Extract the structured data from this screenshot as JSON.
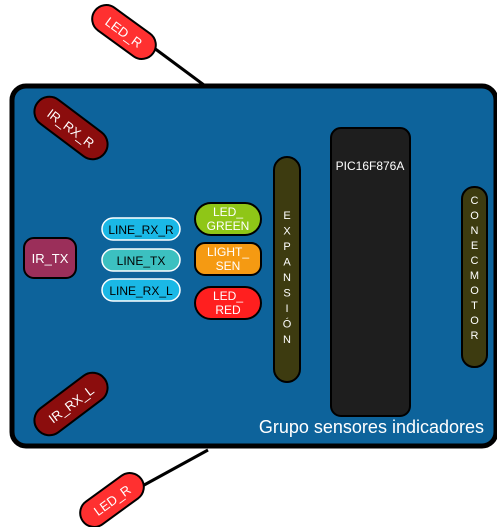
{
  "board": {
    "caption": "Grupo sensores indicadores",
    "colors": {
      "board": "#0d639b",
      "board_border": "#000000"
    }
  },
  "leds_external": {
    "top": {
      "label": "LED_R",
      "color": "#ff3030"
    },
    "bottom": {
      "label": "LED_R",
      "color": "#ff3030"
    }
  },
  "ir_rx": {
    "top": {
      "label": "IR_RX_R",
      "color": "#8b0d0d"
    },
    "bottom": {
      "label": "IR_RX_L",
      "color": "#8b0d0d"
    }
  },
  "ir_tx": {
    "label": "IR_TX",
    "color": "#9b2f5a"
  },
  "line_sensors": {
    "rx_r": {
      "label": "LINE_RX_R",
      "color": "#1ab8e6"
    },
    "tx": {
      "label": "LINE_TX",
      "color": "#3cc0c0"
    },
    "rx_l": {
      "label": "LINE_RX_L",
      "color": "#1ab8e6"
    }
  },
  "indicators": {
    "led_green": {
      "line1": "LED_",
      "line2": "GREEN",
      "color": "#8fc617"
    },
    "light_sen": {
      "line1": "LIGHT_",
      "line2": "SEN",
      "color": "#f59a12"
    },
    "led_red": {
      "line1": "LED_",
      "line2": "RED",
      "color": "#ff1f1f"
    }
  },
  "expansion": {
    "letters": [
      "E",
      "X",
      "P",
      "A",
      "N",
      "S",
      "I",
      "Ó",
      "N"
    ],
    "color": "#3d3b10"
  },
  "pic": {
    "label": "PIC16F876A",
    "color": "#1e1e1e"
  },
  "motor_connector": {
    "letters": [
      "C",
      "O",
      "N",
      "E",
      "C",
      "M",
      "O",
      "T",
      "O",
      "R"
    ],
    "color": "#3d3b10"
  }
}
